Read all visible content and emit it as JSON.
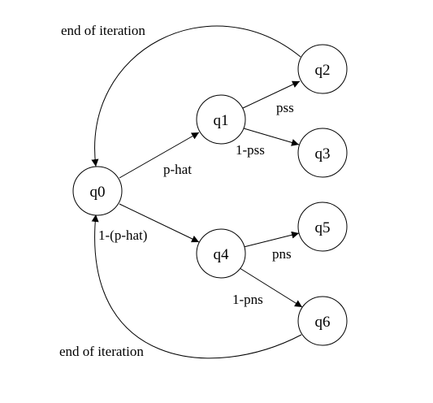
{
  "nodes": {
    "q0": "q0",
    "q1": "q1",
    "q2": "q2",
    "q3": "q3",
    "q4": "q4",
    "q5": "q5",
    "q6": "q6"
  },
  "edge_labels": {
    "q0_q1": "p-hat",
    "q0_q4": "1-(p-hat)",
    "q1_q2": "pss",
    "q1_q3": "1-pss",
    "q4_q5": "pns",
    "q4_q6": "1-pns",
    "q2_q0": "end of iteration",
    "q6_q0": "end of iteration"
  }
}
